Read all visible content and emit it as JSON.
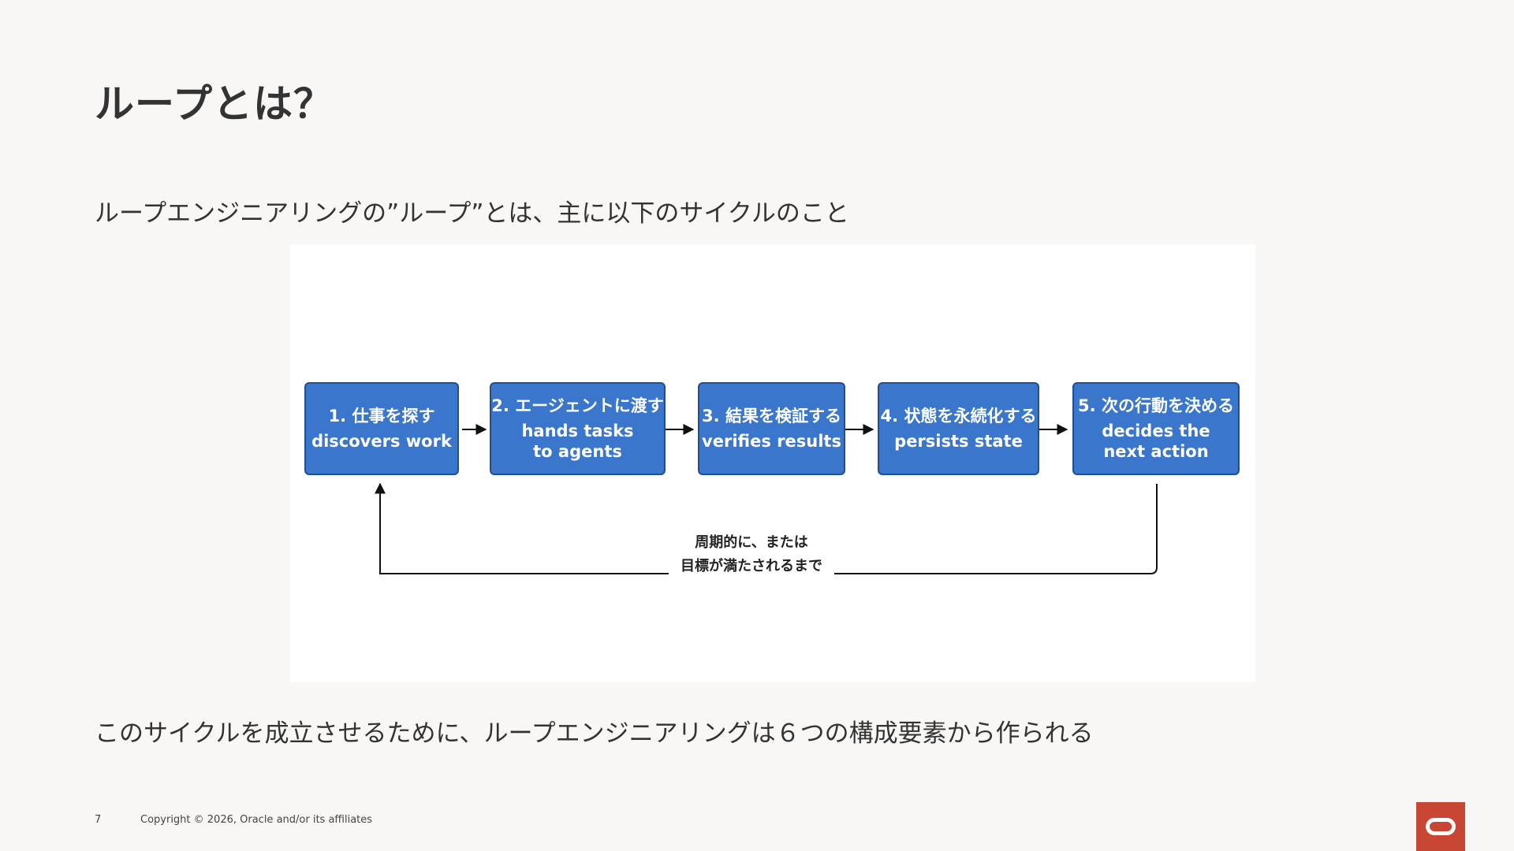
{
  "slide": {
    "title": "ループとは？",
    "intro": "ループエンジニアリングの”ループ”とは、主に以下のサイクルのこと",
    "outro": "このサイクルを成立させるために、ループエンジニアリングは６つの構成要素から作られる",
    "page_number": "7",
    "copyright": "Copyright © 2026, Oracle and/or its affiliates"
  },
  "diagram": {
    "steps": [
      {
        "jp": "1.  仕事を探す",
        "en": "discovers work"
      },
      {
        "jp": "2. エージェントに渡す",
        "en": "hands tasks\nto agents"
      },
      {
        "jp": "3. 結果を検証する",
        "en": "verifies results"
      },
      {
        "jp": "4. 状態を永続化する",
        "en": "persists state"
      },
      {
        "jp": "5. 次の行動を決める",
        "en": "decides the\nnext action"
      }
    ],
    "loop_label": "周期的に、または\n目標が満たされるまで"
  },
  "colors": {
    "step_fill": "#3a76cc",
    "step_border": "#1f4f95",
    "brand": "#c74634"
  },
  "icons": {
    "brand_logo": "oracle-logo-icon"
  }
}
